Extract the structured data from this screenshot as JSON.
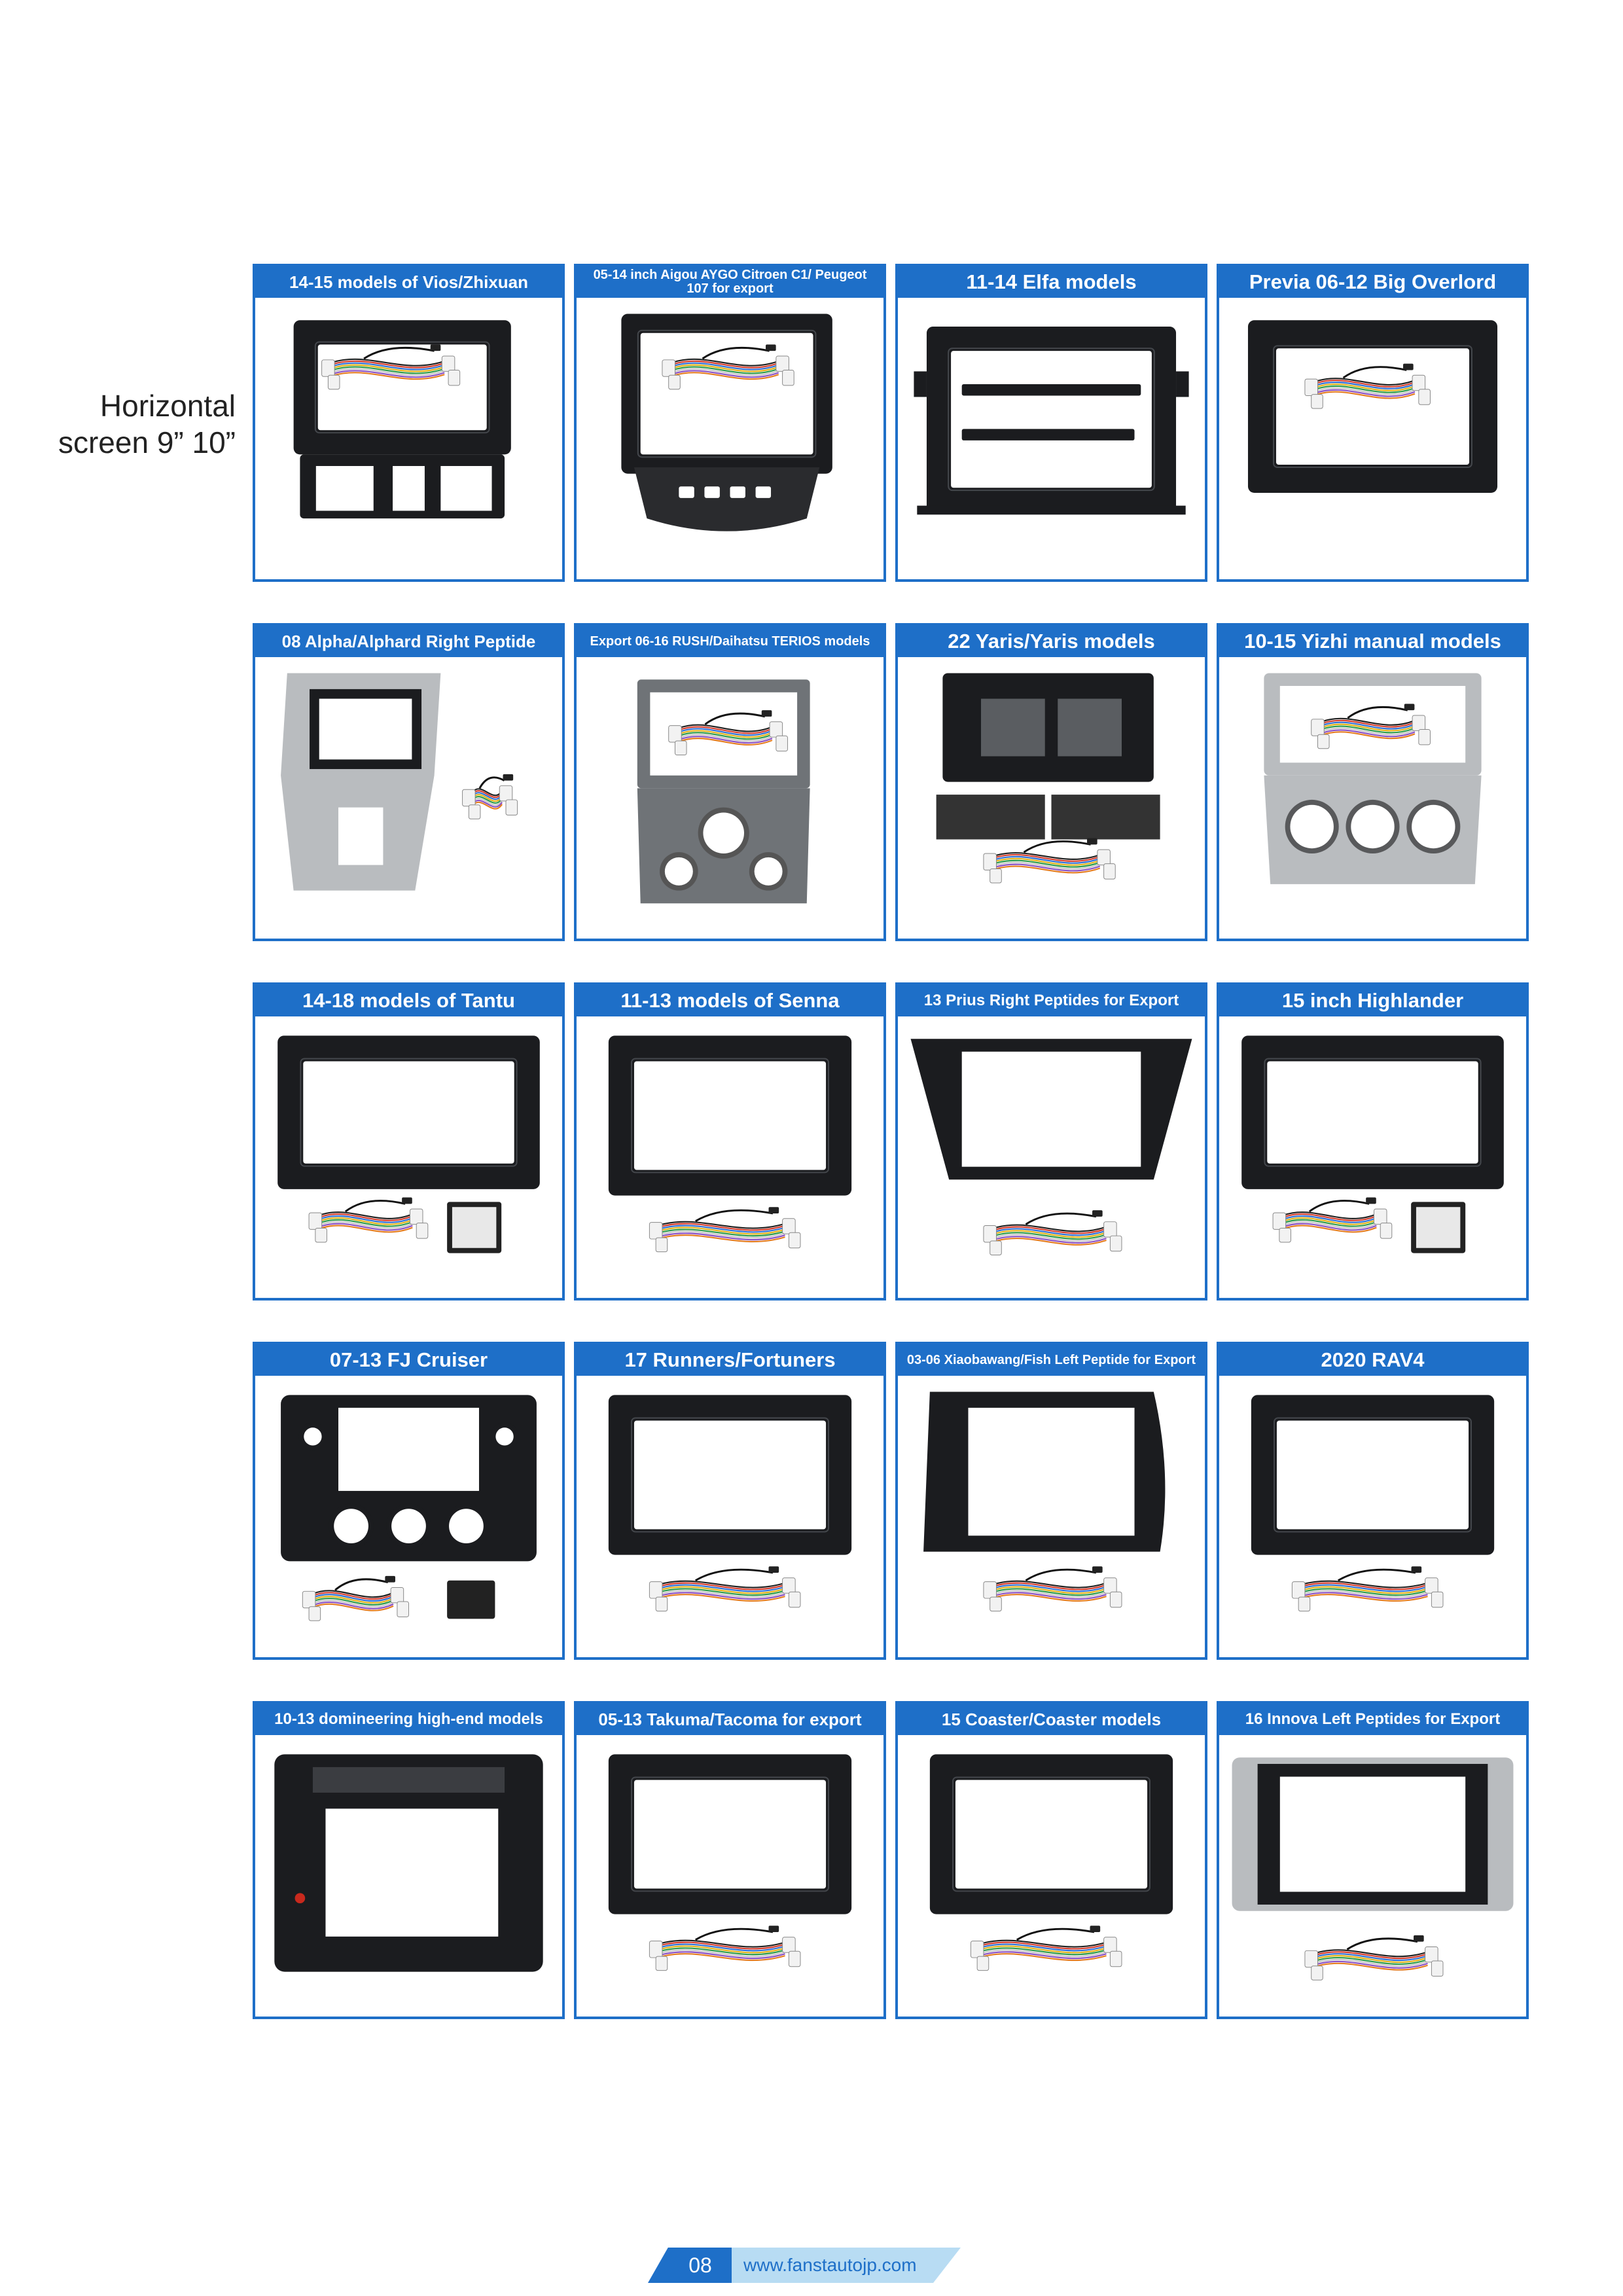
{
  "section_label": {
    "line1": "Horizontal",
    "line2": "screen 9” 10”"
  },
  "products": [
    {
      "title": "14-15 models of Vios/Zhixuan",
      "size": "mid",
      "kind": "frame-lower"
    },
    {
      "title": "05-14 inch Aigou AYGO Citroen C1/ Peugeot 107 for export",
      "size": "xs",
      "kind": "frame-pod"
    },
    {
      "title": "11-14 Elfa models",
      "size": "big",
      "kind": "frame-strips"
    },
    {
      "title": "Previa 06-12 Big Overlord",
      "size": "big",
      "kind": "frame-harness"
    },
    {
      "title": "08 Alpha/Alphard Right Peptide",
      "size": "mid",
      "kind": "frame-silver-tall"
    },
    {
      "title": "Export 06-16 RUSH/Daihatsu TERIOS models",
      "size": "xs",
      "kind": "frame-knobs-gray"
    },
    {
      "title": "22 Yaris/Yaris models",
      "size": "big",
      "kind": "frame-parts"
    },
    {
      "title": "10-15 Yizhi manual models",
      "size": "big",
      "kind": "frame-silver-knobs"
    },
    {
      "title": "14-18 models of Tantu",
      "size": "big",
      "kind": "frame-box"
    },
    {
      "title": "11-13 models of Senna",
      "size": "big",
      "kind": "frame-harness-below"
    },
    {
      "title": "13 Prius Right Peptides for Export",
      "size": "sm",
      "kind": "frame-wing"
    },
    {
      "title": "15 inch Highlander",
      "size": "big",
      "kind": "frame-box"
    },
    {
      "title": "07-13 FJ Cruiser",
      "size": "big",
      "kind": "frame-fj"
    },
    {
      "title": "17 Runners/Fortuners",
      "size": "big",
      "kind": "frame-harness-below"
    },
    {
      "title": "03-06 Xiaobawang/Fish Left Peptide for Export",
      "size": "xs",
      "kind": "frame-side"
    },
    {
      "title": "2020 RAV4",
      "size": "big",
      "kind": "frame-harness-below"
    },
    {
      "title": "10-13 domineering high-end models",
      "size": "sm",
      "kind": "frame-prado"
    },
    {
      "title": "05-13 Takuma/Tacoma for export",
      "size": "mid",
      "kind": "frame-harness-below"
    },
    {
      "title": "15 Coaster/Coaster models",
      "size": "mid",
      "kind": "frame-harness-below"
    },
    {
      "title": "16 Innova Left Peptides for Export",
      "size": "sm",
      "kind": "frame-silver-side"
    }
  ],
  "footer": {
    "page_number": "08",
    "website": "www.fanstautojp.com"
  },
  "colors": {
    "accent": "#1e6fc8",
    "accent_light": "#b8dcf3",
    "frame_dark": "#1b1c1f",
    "frame_silver": "#b9bcbf"
  }
}
